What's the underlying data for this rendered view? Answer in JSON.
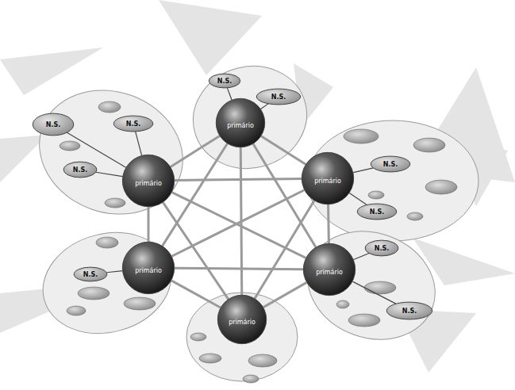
{
  "diagram": {
    "nodes": [
      {
        "text": [
          "primário"
        ]
      },
      {
        "text": [
          "primário"
        ]
      },
      {
        "text": [
          "primário"
        ]
      },
      {
        "text": [
          "primário"
        ]
      },
      {
        "text": [
          "primário"
        ]
      },
      {
        "text": [
          "primário"
        ]
      },
      {
        "text": [
          "N.S."
        ]
      },
      {
        "text": [
          "N.S."
        ]
      },
      {
        "text": [
          "N.S."
        ]
      },
      {
        "text": [
          "N.S."
        ]
      },
      {
        "text": [
          "N.S."
        ]
      },
      {
        "text": [
          "N.S."
        ]
      },
      {
        "text": [
          "N.S."
        ]
      },
      {
        "text": [
          "N.S."
        ]
      },
      {
        "text": [
          "N.S."
        ]
      },
      {
        "text": [
          "N.S."
        ]
      }
    ],
    "edges": [
      {
        "from": 0,
        "to": 1,
        "arrow": "none"
      },
      {
        "from": 0,
        "to": 2,
        "arrow": "none"
      },
      {
        "from": 0,
        "to": 3,
        "arrow": "none"
      },
      {
        "from": 0,
        "to": 4,
        "arrow": "none"
      },
      {
        "from": 0,
        "to": 5,
        "arrow": "none"
      },
      {
        "from": 1,
        "to": 2,
        "arrow": "none"
      },
      {
        "from": 1,
        "to": 3,
        "arrow": "none"
      },
      {
        "from": 1,
        "to": 4,
        "arrow": "none"
      },
      {
        "from": 1,
        "to": 5,
        "arrow": "none"
      },
      {
        "from": 2,
        "to": 3,
        "arrow": "none"
      },
      {
        "from": 2,
        "to": 4,
        "arrow": "none"
      },
      {
        "from": 2,
        "to": 5,
        "arrow": "none"
      },
      {
        "from": 3,
        "to": 4,
        "arrow": "none"
      },
      {
        "from": 3,
        "to": 5,
        "arrow": "none"
      },
      {
        "from": 4,
        "to": 5,
        "arrow": "none"
      },
      {
        "from": 0,
        "to": 6,
        "arrow": "none"
      },
      {
        "from": 0,
        "to": 7,
        "arrow": "none"
      },
      {
        "from": 1,
        "to": 8,
        "arrow": "none"
      },
      {
        "from": 1,
        "to": 9,
        "arrow": "none"
      },
      {
        "from": 1,
        "to": 10,
        "arrow": "none"
      },
      {
        "from": 2,
        "to": 11,
        "arrow": "none"
      },
      {
        "from": 2,
        "to": 12,
        "arrow": "none"
      },
      {
        "from": 3,
        "to": 13,
        "arrow": "none"
      },
      {
        "from": 4,
        "to": 14,
        "arrow": "none"
      },
      {
        "from": 4,
        "to": 15,
        "arrow": "none"
      }
    ]
  }
}
